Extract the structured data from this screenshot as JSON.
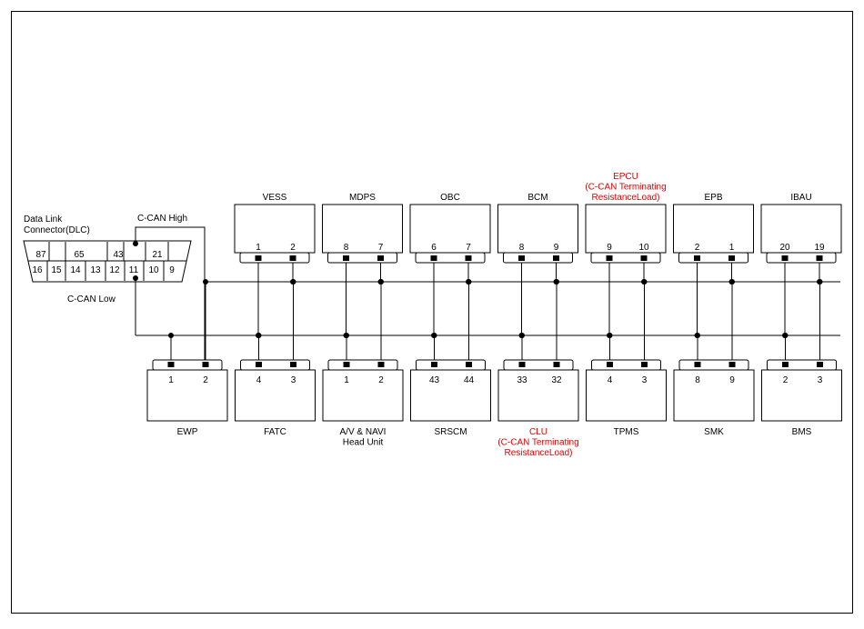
{
  "dlc": {
    "title_line1": "Data Link",
    "title_line2": "Connector(DLC)",
    "can_high_label": "C-CAN High",
    "can_low_label": "C-CAN Low",
    "top_row_pins": [
      "87",
      "65",
      "43",
      "21"
    ],
    "bottom_row_pins": [
      "16",
      "15",
      "14",
      "13",
      "12",
      "11",
      "10",
      "9"
    ]
  },
  "top_modules": [
    {
      "name": [
        "VESS"
      ],
      "pins": [
        "1",
        "2"
      ],
      "terminating": false
    },
    {
      "name": [
        "MDPS"
      ],
      "pins": [
        "8",
        "7"
      ],
      "terminating": false
    },
    {
      "name": [
        "OBC"
      ],
      "pins": [
        "6",
        "7"
      ],
      "terminating": false
    },
    {
      "name": [
        "BCM"
      ],
      "pins": [
        "8",
        "9"
      ],
      "terminating": false
    },
    {
      "name": [
        "EPCU",
        "(C-CAN Terminating",
        "ResistanceLoad)"
      ],
      "pins": [
        "9",
        "10"
      ],
      "terminating": true
    },
    {
      "name": [
        "EPB"
      ],
      "pins": [
        "2",
        "1"
      ],
      "terminating": false
    },
    {
      "name": [
        "IBAU"
      ],
      "pins": [
        "20",
        "19"
      ],
      "terminating": false
    }
  ],
  "bottom_modules": [
    {
      "name": [
        "EWP"
      ],
      "pins": [
        "1",
        "2"
      ],
      "terminating": false
    },
    {
      "name": [
        "FATC"
      ],
      "pins": [
        "4",
        "3"
      ],
      "terminating": false
    },
    {
      "name": [
        "A/V & NAVI",
        "Head Unit"
      ],
      "pins": [
        "1",
        "2"
      ],
      "terminating": false
    },
    {
      "name": [
        "SRSCM"
      ],
      "pins": [
        "43",
        "44"
      ],
      "terminating": false
    },
    {
      "name": [
        "CLU",
        "(C-CAN Terminating",
        "ResistanceLoad)"
      ],
      "pins": [
        "33",
        "32"
      ],
      "terminating": true
    },
    {
      "name": [
        "TPMS"
      ],
      "pins": [
        "4",
        "3"
      ],
      "terminating": false
    },
    {
      "name": [
        "SMK"
      ],
      "pins": [
        "8",
        "9"
      ],
      "terminating": false
    },
    {
      "name": [
        "BMS"
      ],
      "pins": [
        "2",
        "3"
      ],
      "terminating": false
    }
  ],
  "colors": {
    "line": "#000000",
    "terminating_label": "#e00000"
  }
}
